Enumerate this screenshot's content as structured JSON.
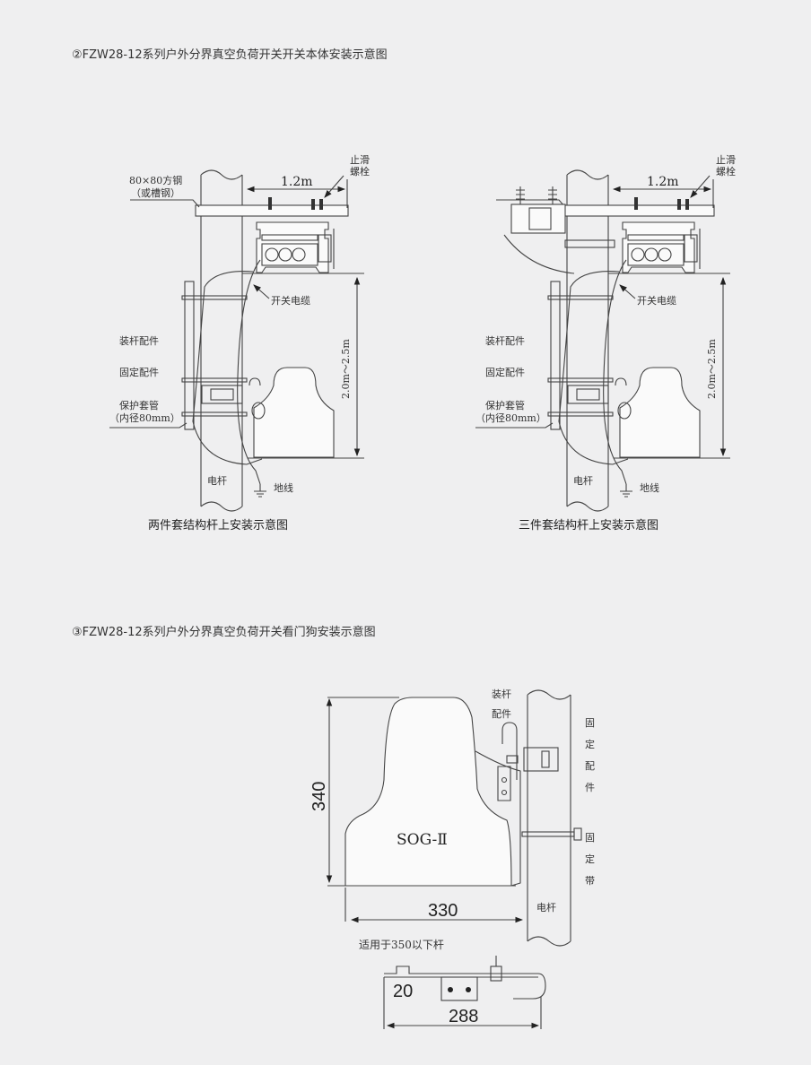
{
  "section2": {
    "title": "②FZW28-12系列户外分界真空负荷开关开关本体安装示意图",
    "left": {
      "steel_label_1": "80×80方钢",
      "steel_label_2": "（或槽钢）",
      "bolt_label_1": "止滑",
      "bolt_label_2": "螺栓",
      "width_dim": "1.2m",
      "cable_label": "开关电缆",
      "height_dim": "2.0m～2.5m",
      "mount_label": "装杆配件",
      "fix_label": "固定配件",
      "sleeve_label_1": "保护套管",
      "sleeve_label_2": "（内径80mm）",
      "pole_label": "电杆",
      "ground_label": "地线",
      "caption": "两件套结构杆上安装示意图"
    },
    "right": {
      "bolt_label_1": "止滑",
      "bolt_label_2": "螺栓",
      "width_dim": "1.2m",
      "cable_label": "开关电缆",
      "height_dim": "2.0m～2.5m",
      "mount_label": "装杆配件",
      "fix_label": "固定配件",
      "sleeve_label_1": "保护套管",
      "sleeve_label_2": "（内径80mm）",
      "pole_label": "电杆",
      "ground_label": "地线",
      "caption": "三件套结构杆上安装示意图"
    }
  },
  "section3": {
    "title": "③FZW28-12系列户外分界真空负荷开关看门狗安装示意图",
    "mount_label_1": "装杆",
    "mount_label_2": "配件",
    "fix_label": [
      "固",
      "定",
      "配",
      "件"
    ],
    "band_label": [
      "固",
      "定",
      "带"
    ],
    "model": "SOG-Ⅱ",
    "height_dim": "340",
    "width_dim": "330",
    "pole_label": "电杆",
    "note": "适用于350以下杆",
    "bracket_dim_small": "20",
    "bracket_dim": "288"
  }
}
